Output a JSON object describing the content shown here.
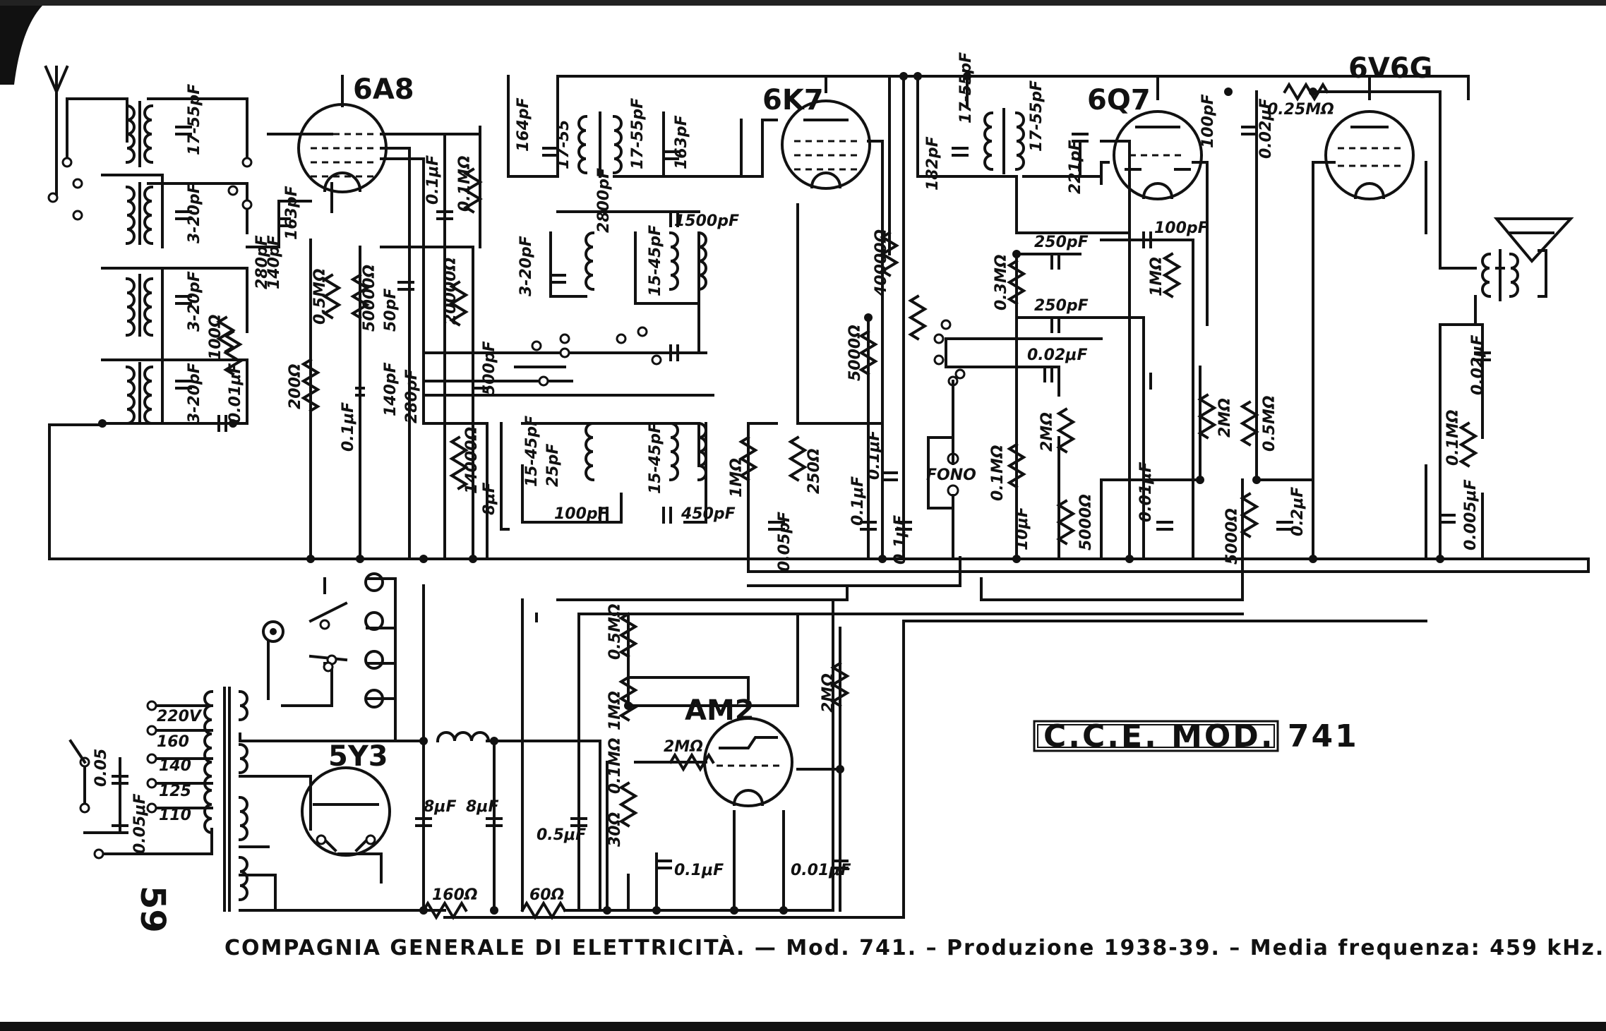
{
  "tubes": {
    "v1": "6A8",
    "v2": "6K7",
    "v3": "6Q7",
    "v4": "6V6G",
    "v5": "AM2",
    "v6": "5Y3"
  },
  "components": {
    "c_1755": "17-55pF",
    "c_320a": "3-20pF",
    "c_320b": "3-20pF",
    "c_320c": "3-20pF",
    "c_163": "163pF",
    "c_280": "280pF",
    "c_140": "140pF",
    "r_100": "100Ω",
    "c_001a": "0.01μF",
    "r_200": "200Ω",
    "r_05m": "0.5MΩ",
    "c_01a": "0.1μF",
    "r_50k": "50000Ω",
    "c_50": "50pF",
    "c_01b": "0.1μF",
    "r_01m": "0.1MΩ",
    "r_20k": "20000Ω",
    "c_500": "500pF",
    "c_140b": "140pF",
    "c_280b": "280pF",
    "r_14k": "14000Ω",
    "c_8a": "8μF",
    "c_164": "164pF",
    "c_1755b": "17-55",
    "c_1755c": "17-55pF",
    "c_163b": "163pF",
    "c_320d": "3-20pF",
    "c_2800": "2800pF",
    "c_1500": "1500pF",
    "c_1545a": "15-45pF",
    "c_1545b": "15-45pF",
    "c_1545c": "15-45pF",
    "c_25": "25pF",
    "c_100a": "100pF",
    "c_450": "450pF",
    "r_1m": "1MΩ",
    "c_005": "0.05pF",
    "r_250": "250Ω",
    "r_5000": "5000Ω",
    "c_01c": "0.1μF",
    "r_40k": "40000Ω",
    "c_01d": "0.1μF",
    "c_01e": "0.1μF",
    "c_182": "182pF",
    "c_1755d": "17-55pF",
    "c_1755e": "17-55pF",
    "c_221": "221pF",
    "c_250a": "250pF",
    "c_250b": "250pF",
    "r_03m": "0.3MΩ",
    "c_100b": "100pF",
    "r_1m2": "1MΩ",
    "c_002a": "0.02μF",
    "r_2m": "2MΩ",
    "fono": "FONO",
    "r_01m2": "0.1MΩ",
    "c_10": "10μF",
    "r_5000b": "5000Ω",
    "c_001b": "0.01μF",
    "r_2m2": "2MΩ",
    "c_100c": "100pF",
    "r_025m": "0.25MΩ",
    "c_002b": "0.02μF",
    "r_05m2": "0.5MΩ",
    "r_5000c": "5000Ω",
    "c_02": "0.2μF",
    "c_002c": "0.02μF",
    "r_01m3": "0.1MΩ",
    "c_0005": "0.005μF",
    "r_05m3": "0.5MΩ",
    "r_1m3": "1MΩ",
    "r_01m4": "0.1MΩ",
    "r_2m3": "2MΩ",
    "r_30": "30Ω",
    "c_05": "0.5μF",
    "c_001c": "0.1μF",
    "c_001d": "0.01μF",
    "r_2m4": "2MΩ",
    "c_8b": "8μF",
    "c_8c": "8μF",
    "r_160": "160Ω",
    "r_60": "60Ω",
    "v_220": "220V",
    "v_160": "160",
    "v_140": "140",
    "v_125": "125",
    "v_110": "110",
    "c_005b": "0.05",
    "c_005c": "0.05μF"
  },
  "model_box": "C.C.E. MOD. 741",
  "page_number": "59",
  "caption": "COMPAGNIA GENERALE DI ELETTRICITÀ. — Mod. 741. – Produzione 1938-39. – Media frequenza: 459 kHz."
}
